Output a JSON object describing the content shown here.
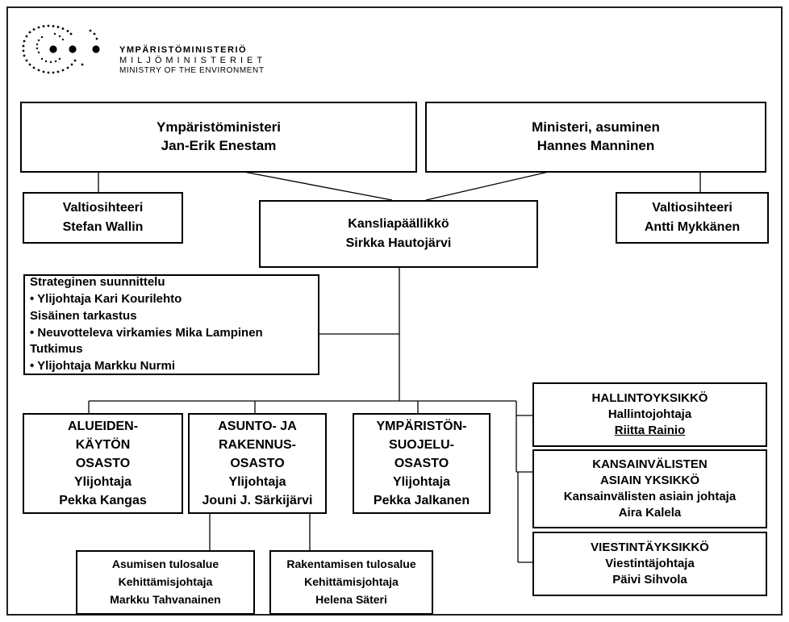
{
  "logo": {
    "line1": "YMPÄRISTÖMINISTERIÖ",
    "line2": "MILJÖMINISTERIET",
    "line3": "MINISTRY OF THE ENVIRONMENT"
  },
  "ministers": {
    "environment": {
      "title": "Ympäristöministeri",
      "name": "Jan-Erik Enestam"
    },
    "housing": {
      "title": "Ministeri, asuminen",
      "name": "Hannes Manninen"
    }
  },
  "state_secretaries": {
    "left": {
      "title": "Valtiosihteeri",
      "name": "Stefan Wallin"
    },
    "right": {
      "title": "Valtiosihteeri",
      "name": "Antti Mykkänen"
    }
  },
  "permanent_secretary": {
    "title": "Kansliapäällikkö",
    "name": "Sirkka Hautojärvi"
  },
  "staff_box": {
    "lines": [
      "Strateginen suunnittelu",
      "• Ylijohtaja Kari Kourilehto",
      "Sisäinen tarkastus",
      "• Neuvotteleva virkamies Mika Lampinen",
      "Tutkimus",
      "• Ylijohtaja Markku Nurmi"
    ]
  },
  "departments": [
    {
      "lines": [
        "ALUEIDEN-",
        "KÄYTÖN",
        "OSASTO",
        "Ylijohtaja",
        "Pekka Kangas"
      ]
    },
    {
      "lines": [
        "ASUNTO- JA",
        "RAKENNUS-",
        "OSASTO",
        "Ylijohtaja",
        "Jouni J. Särkijärvi"
      ]
    },
    {
      "lines": [
        "YMPÄRISTÖN-",
        "SUOJELU-",
        "OSASTO",
        "Ylijohtaja",
        "Pekka Jalkanen"
      ]
    }
  ],
  "units": [
    {
      "lines": [
        "HALLINTOYKSIKKÖ",
        "Hallintojohtaja",
        "Riitta Rainio"
      ]
    },
    {
      "lines": [
        "KANSAINVÄLISTEN",
        "ASIAIN YKSIKKÖ",
        "Kansainvälisten asiain johtaja",
        "Aira Kalela"
      ]
    },
    {
      "lines": [
        "VIESTINTÄYKSIKKÖ",
        "Viestintäjohtaja",
        "Päivi Sihvola"
      ]
    }
  ],
  "result_areas": [
    {
      "lines": [
        "Asumisen tulosalue",
        "Kehittämisjohtaja",
        "Markku Tahvanainen"
      ]
    },
    {
      "lines": [
        "Rakentamisen tulosalue",
        "Kehittämisjohtaja",
        "Helena Säteri"
      ]
    }
  ]
}
